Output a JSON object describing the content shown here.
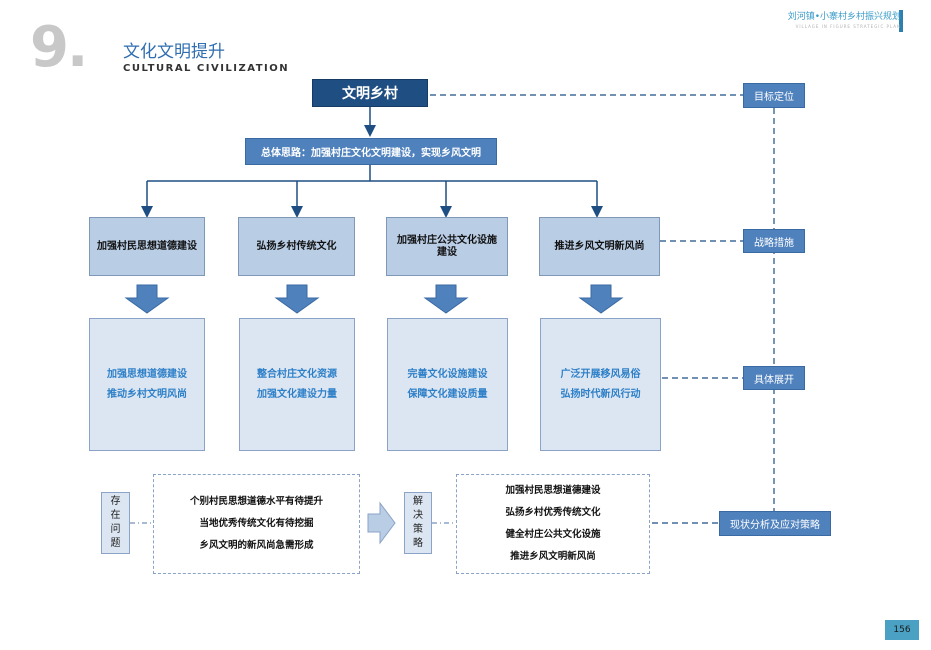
{
  "header": {
    "brand_title": "刘河镇•小寨村乡村振兴规划",
    "brand_sub": "VILLAGE  IN  FIGURE    STRATEGIC  PLAN",
    "section_number": "9.",
    "section_title": "文化文明提升",
    "section_subtitle": "CULTURAL CIVILIZATION"
  },
  "diagram": {
    "top": "文明乡村",
    "strategy": "总体思路：加强村庄文化文明建设，实现乡风文明",
    "measures": [
      "加强村民思想道德建设",
      "弘扬乡村传统文化",
      "加强村庄公共文化设施建设",
      "推进乡风文明新风尚"
    ],
    "details": [
      [
        "加强思想道德建设",
        "推动乡村文明风尚"
      ],
      [
        "整合村庄文化资源",
        "加强文化建设力量"
      ],
      [
        "完善文化设施建设",
        "保障文化建设质量"
      ],
      [
        "广泛开展移风易俗",
        "弘扬时代新风行动"
      ]
    ],
    "side_labels": [
      "目标定位",
      "战略措施",
      "具体展开",
      "现状分析及应对策略"
    ],
    "problem_label": [
      "存",
      "在",
      "问",
      "题"
    ],
    "problems": [
      "个别村民思想道德水平有待提升",
      "当地优秀传统文化有待挖掘",
      "乡风文明的新风尚急需形成"
    ],
    "solution_label": [
      "解",
      "决",
      "策",
      "略"
    ],
    "solutions": [
      "加强村民思想道德建设",
      "弘扬乡村优秀传统文化",
      "健全村庄公共文化设施",
      "推进乡风文明新风尚"
    ]
  },
  "colors": {
    "dark_blue": "#1f4e82",
    "mid_blue": "#4f81bd",
    "light_blue": "#b9cde5",
    "pale_blue": "#dce6f2",
    "accent_text": "#2d7fc8"
  },
  "footer": {
    "page_number": "156"
  }
}
